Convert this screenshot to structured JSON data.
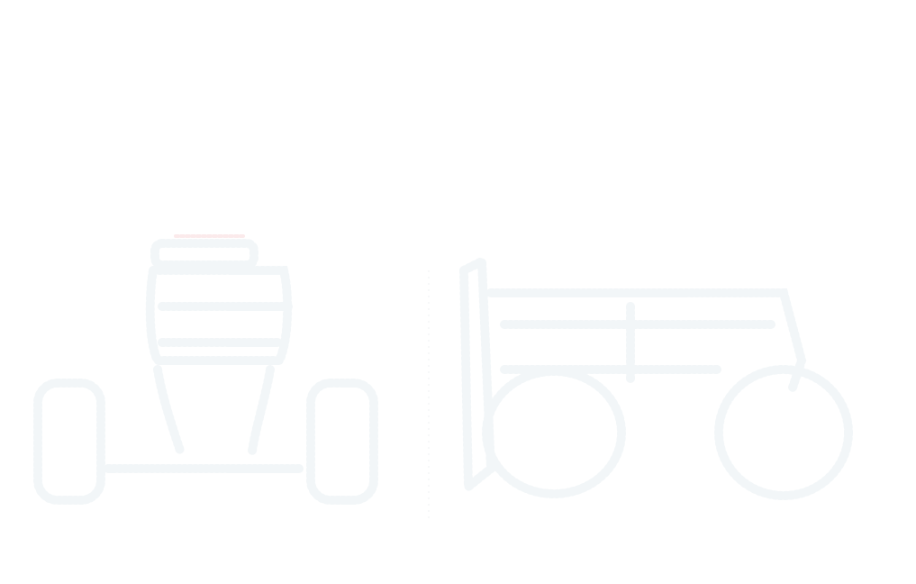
{
  "page": {
    "background": "#ffffff"
  },
  "artwork": {
    "style": "very faint white-on-white dotted outline (embossed)",
    "line_color": "#f3f7f9",
    "accent_color": "#fbe9ea",
    "divider_color": "#f7f8f9",
    "left_graphic": {
      "icon": "shopping-bags-icon",
      "description_parts": [
        "jar-lid",
        "jar-body",
        "left-bag",
        "right-bag",
        "bag-strap"
      ]
    },
    "right_graphic": {
      "icon": "cargo-truck-icon",
      "description_parts": [
        "cab",
        "trailer",
        "front-wheel",
        "rear-wheel"
      ]
    }
  }
}
